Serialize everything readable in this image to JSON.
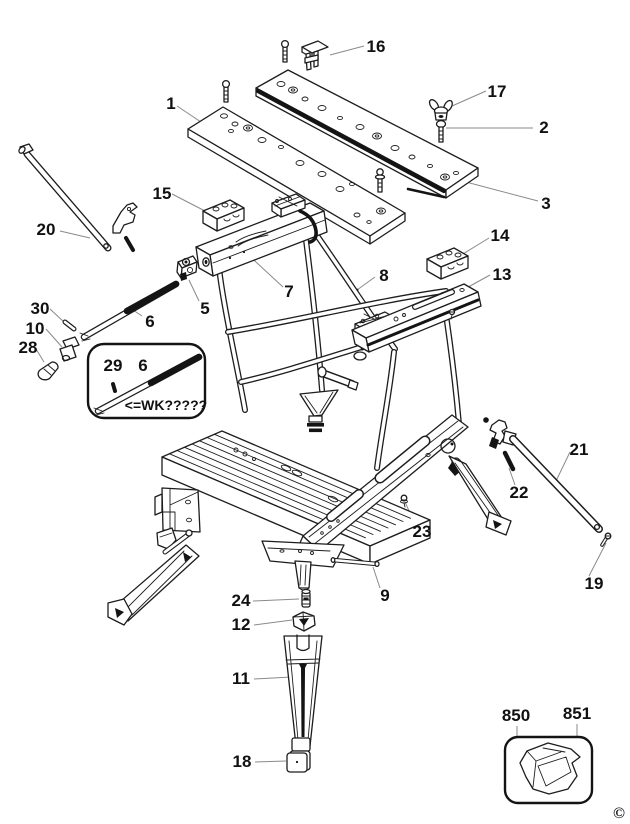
{
  "figure": {
    "kind": "exploded-parts-diagram",
    "subject": "folding portable workbench",
    "inset_note": "<=WK?????",
    "copyright": "©"
  },
  "colors": {
    "background": "#ffffff",
    "line": "#1d1d1d",
    "leader": "#8a8a8a",
    "label": "#111111",
    "dark_fill": "#141414"
  },
  "callouts": {
    "c1": "1",
    "c2": "2",
    "c3": "3",
    "c5": "5",
    "c6": "6",
    "c6_inset": "6",
    "c7": "7",
    "c8": "8",
    "c9": "9",
    "c10": "10",
    "c11": "11",
    "c12": "12",
    "c13": "13",
    "c14": "14",
    "c15": "15",
    "c16": "16",
    "c17": "17",
    "c18": "18",
    "c19": "19",
    "c20": "20",
    "c21": "21",
    "c22": "22",
    "c23": "23",
    "c24": "24",
    "c28": "28",
    "c29": "29",
    "c30": "30",
    "c850": "850",
    "c851": "851"
  }
}
